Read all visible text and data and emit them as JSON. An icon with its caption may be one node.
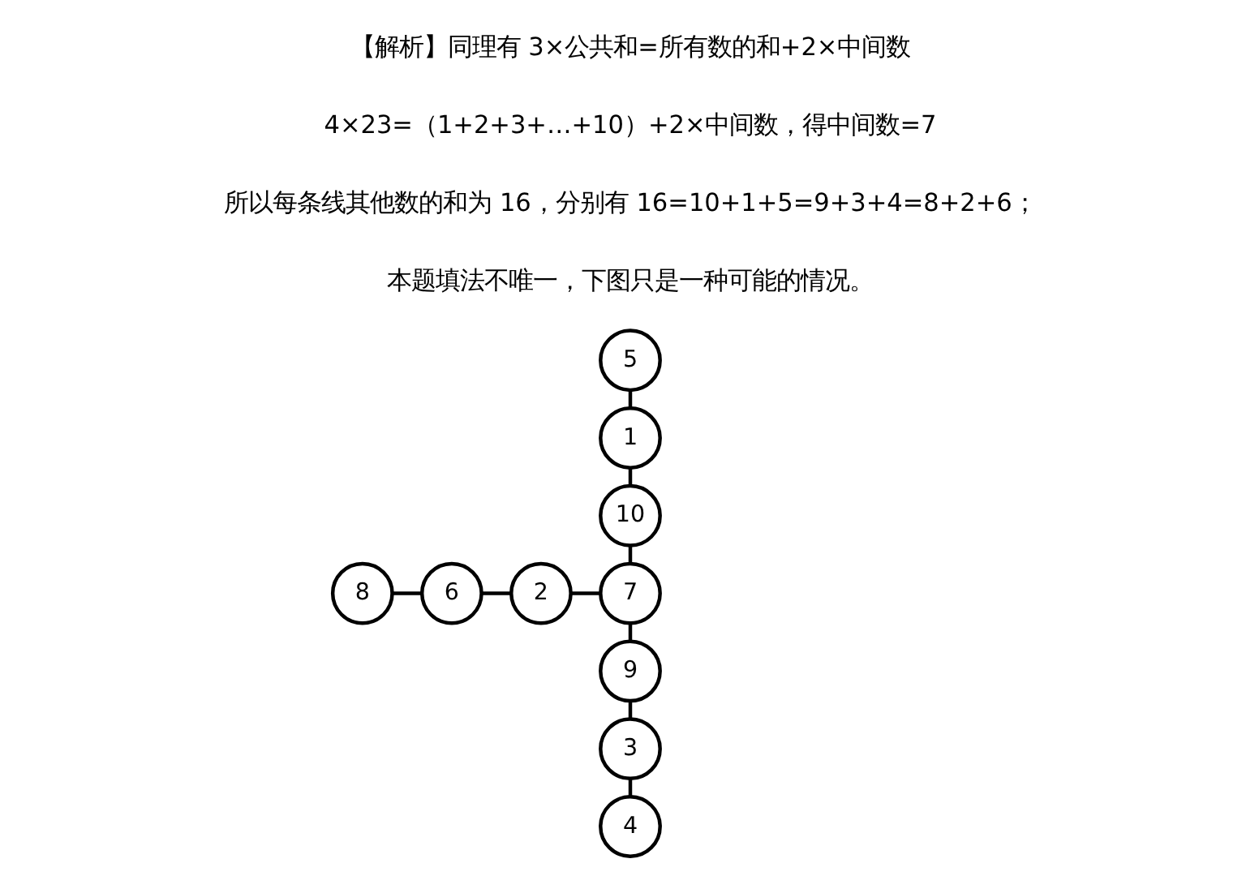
{
  "diagram": {
    "nodes": [
      {
        "text": [
          "5"
        ]
      },
      {
        "text": [
          "1"
        ]
      },
      {
        "text": [
          "10"
        ]
      },
      {
        "text": [
          "7"
        ]
      },
      {
        "text": [
          "8"
        ]
      },
      {
        "text": [
          "6"
        ]
      },
      {
        "text": [
          "2"
        ]
      },
      {
        "text": [
          "9"
        ]
      },
      {
        "text": [
          "3"
        ]
      },
      {
        "text": [
          "4"
        ]
      }
    ],
    "edges": [
      {
        "from": 0,
        "to": 1,
        "arrow": "none"
      },
      {
        "from": 1,
        "to": 2,
        "arrow": "none"
      },
      {
        "from": 2,
        "to": 3,
        "arrow": "none"
      },
      {
        "from": 4,
        "to": 5,
        "arrow": "none"
      },
      {
        "from": 5,
        "to": 6,
        "arrow": "none"
      },
      {
        "from": 6,
        "to": 3,
        "arrow": "none"
      },
      {
        "from": 3,
        "to": 7,
        "arrow": "none"
      },
      {
        "from": 7,
        "to": 8,
        "arrow": "none"
      },
      {
        "from": 8,
        "to": 9,
        "arrow": "none"
      }
    ],
    "labels": [
      "【解析】同理有 3×公共和=所有数的和+2×中间数",
      "4×23=（1+2+3+…+10）+2×中间数，得中间数=7",
      "所以每条线其他数的和为 16，分别有 16=10+1+5=9+3+4=8+2+6；",
      "本题填法不唯一，下图只是一种可能的情况。"
    ]
  }
}
